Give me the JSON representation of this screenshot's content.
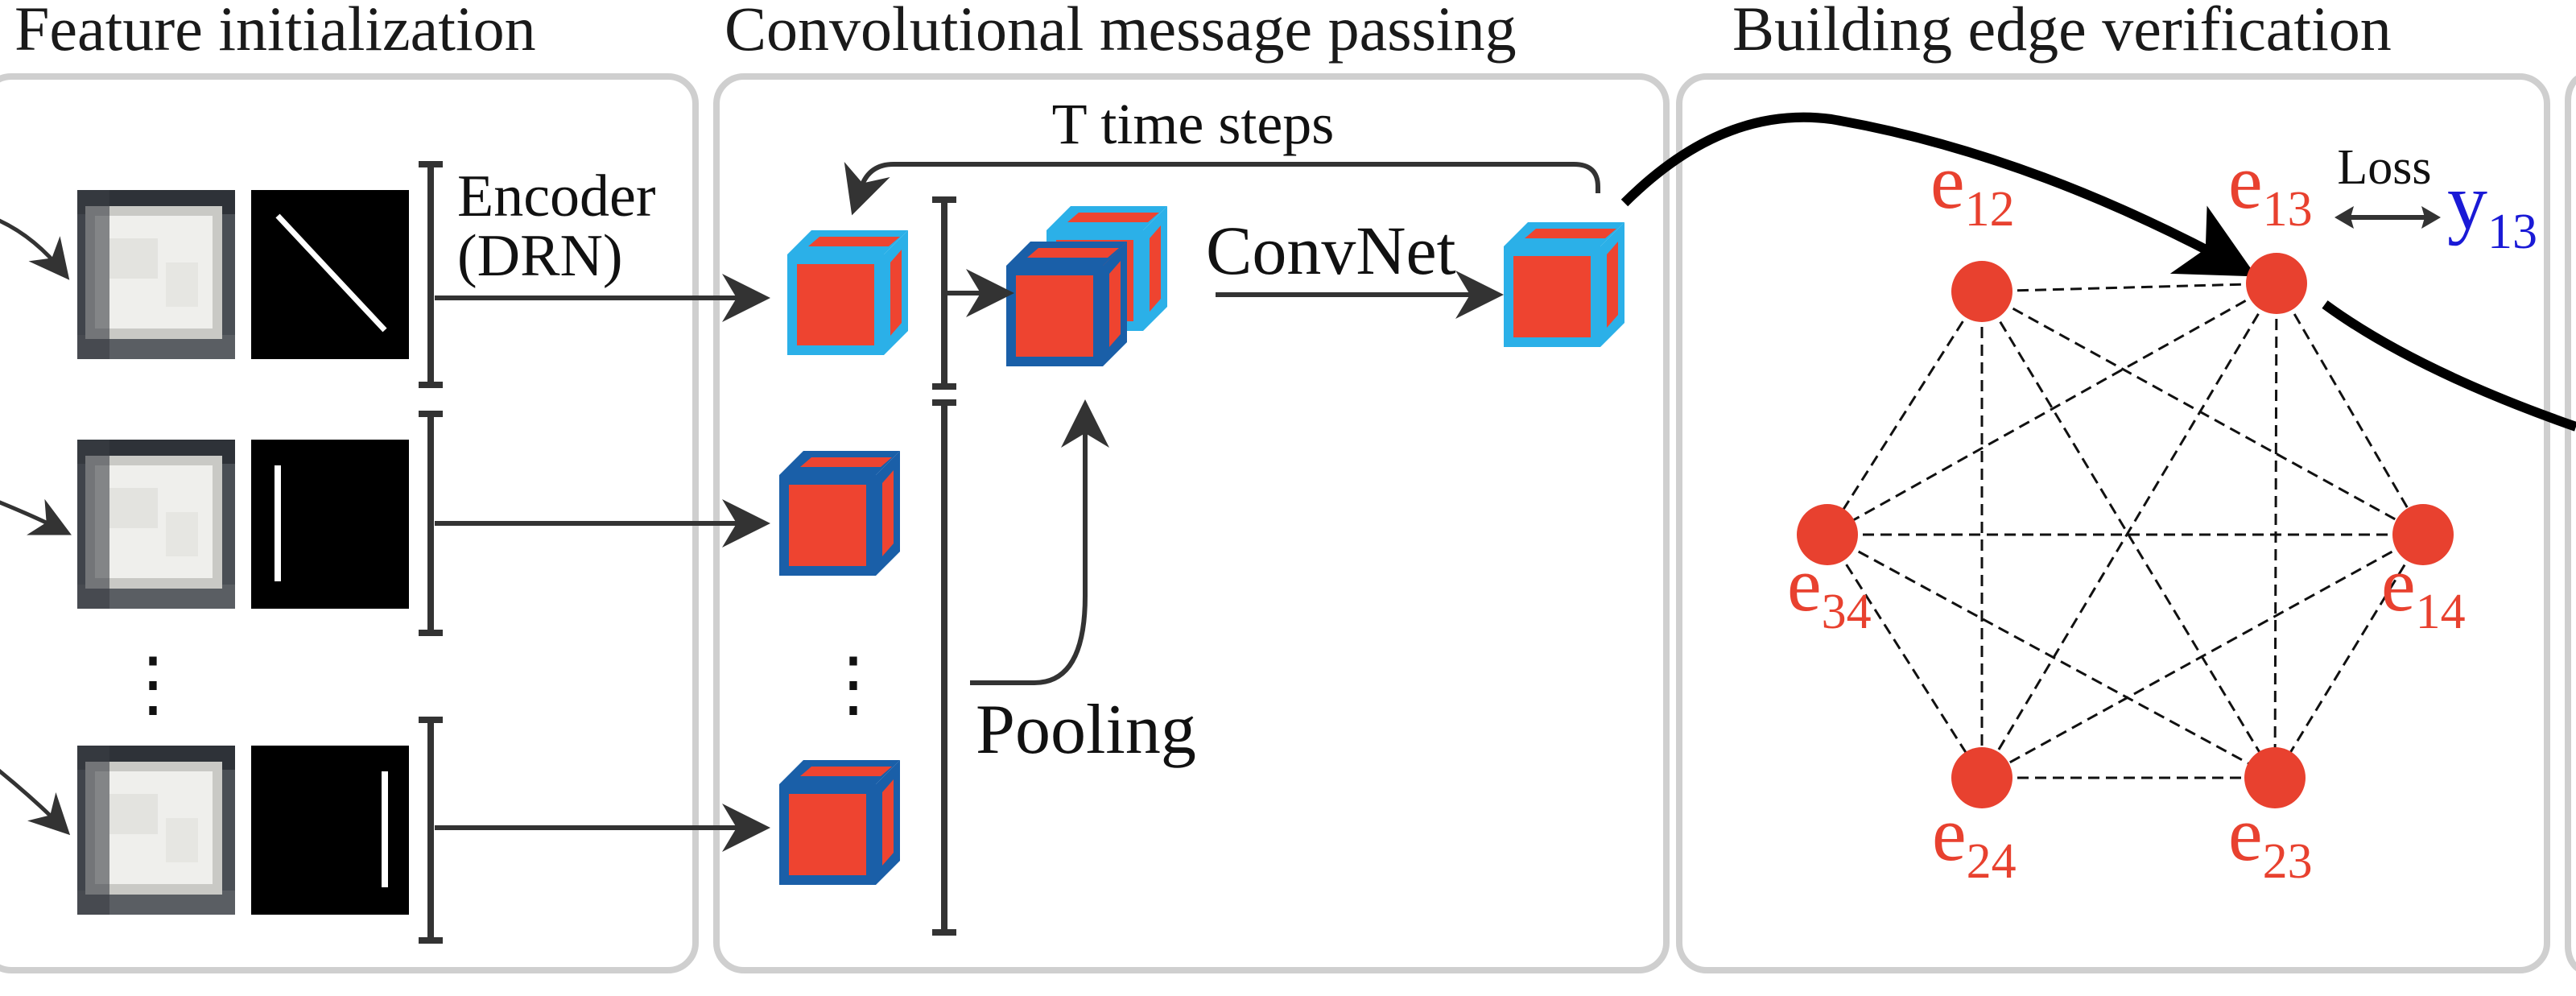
{
  "sections": {
    "feature_init": "Feature initialization",
    "message_passing": "Convolutional message passing",
    "edge_verification": "Building edge verification"
  },
  "labels": {
    "encoder_line1": "Encoder",
    "encoder_line2": "(DRN)",
    "time_steps": "T time steps",
    "convnet": "ConvNet",
    "pooling": "Pooling",
    "loss": "Loss",
    "ellipsis": "⋮"
  },
  "nodes": [
    {
      "id": "e12",
      "base": "e",
      "sub": "12"
    },
    {
      "id": "e13",
      "base": "e",
      "sub": "13"
    },
    {
      "id": "e14",
      "base": "e",
      "sub": "14"
    },
    {
      "id": "e23",
      "base": "e",
      "sub": "23"
    },
    {
      "id": "e24",
      "base": "e",
      "sub": "24"
    },
    {
      "id": "e34",
      "base": "e",
      "sub": "34"
    }
  ],
  "target": {
    "base": "y",
    "sub": "13"
  },
  "colors": {
    "node": "#e8412f",
    "cube_face": "#ee4430",
    "cube_light_border": "#2bb0e8",
    "cube_dark_border": "#1a5fa8",
    "target_text": "#1a1ad6",
    "panel_border": "#cfcfcf"
  }
}
